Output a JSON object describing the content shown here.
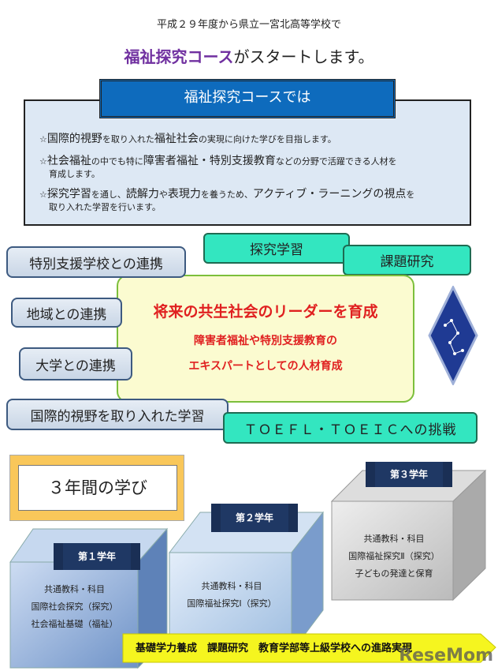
{
  "header": {
    "subtitle": "平成２９年度から県立一宮北高等学校で",
    "highlight": "福祉探究コース",
    "headline_rest": "がスタートします。"
  },
  "intro": {
    "title": "福祉探究コースでは",
    "bullets": [
      {
        "star": "☆",
        "a": "国際的視野",
        "b": "を取り入れた",
        "c": "福祉社会",
        "d": "の実現に向けた学びを目指します。"
      },
      {
        "star": "☆",
        "a": "社会福祉",
        "b": "の中でも特に",
        "c": "障害者福祉・特別支援教育",
        "d": "などの分野で活躍できる人材を",
        "e": "育成します。"
      },
      {
        "star": "☆",
        "a": "探究学習",
        "b": "を通し、",
        "c": "読解力",
        "d": "や",
        "f": "表現力",
        "g": "を養うため、",
        "h": "アクティブ・ラーニングの視点",
        "i": "を",
        "e": "取り入れた学習を行います。"
      }
    ]
  },
  "features": {
    "special_school": "特別支援学校との連携",
    "inquiry": "探究学習",
    "research": "課題研究",
    "community": "地域との連携",
    "university": "大学との連携",
    "global": "国際的視野を取り入れた学習",
    "toefl": "ＴＯＥＦＬ・ＴＯＥＩＣへの挑戦"
  },
  "center": {
    "line1": "将来の共生社会のリーダーを育成",
    "line2": "障害者福祉や特別支援教育の",
    "line3": "エキスパートとしての人材育成"
  },
  "years": {
    "title": "３年間の学び",
    "y1": {
      "label": "第１学年",
      "items": [
        "共通教科・科目",
        "国際社会探究（探究）",
        "社会福祉基礎（福祉）"
      ]
    },
    "y2": {
      "label": "第２学年",
      "items": [
        "共通教科・科目",
        "国際福祉探究Ⅰ（探究）"
      ]
    },
    "y3": {
      "label": "第３学年",
      "items": [
        "共通教科・科目",
        "国際福祉探究Ⅱ（探究）",
        "子どもの発達と保育"
      ]
    },
    "arrow": "基礎学力養成　課題研究　教育学部等上級学校への進路実現"
  },
  "watermark": "ReseMom"
}
